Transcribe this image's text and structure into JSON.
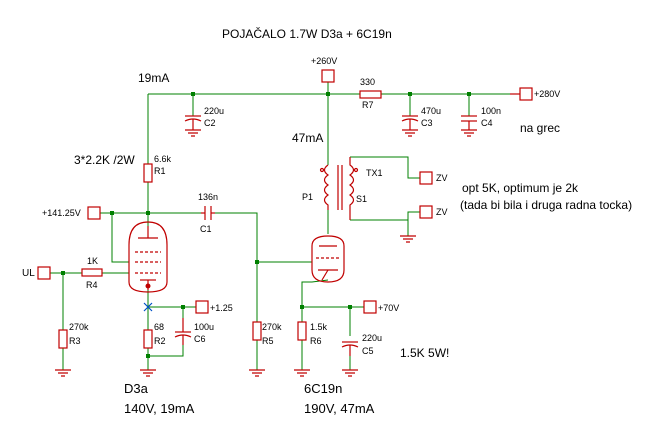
{
  "title": "POJAČALO 1.7W D3a + 6C19n",
  "notes": {
    "current_left": "19mA",
    "current_right": "47mA",
    "r1_note": "3*2.2K /2W",
    "opt_line1": "opt 5K, optimum je 2k",
    "opt_line2": "(tada bi bila i druga radna tocka)",
    "r6_note": "1.5K 5W!",
    "tube1_name": "D3a",
    "tube1_op": "140V, 19mA",
    "tube2_name": "6C19n",
    "tube2_op": "190V, 47mA",
    "na_grec": "na grec"
  },
  "ports": {
    "b260": "+260V",
    "b280": "+280V",
    "b141": "+141.25V",
    "b125": "+1.25",
    "b70": "+70V",
    "ul": "UL",
    "zv1": "ZV",
    "zv2": "ZV"
  },
  "components": {
    "c2": {
      "value": "220u",
      "ref": "C2"
    },
    "c3": {
      "value": "470u",
      "ref": "C3"
    },
    "c4": {
      "value": "100n",
      "ref": "C4"
    },
    "r7": {
      "value": "330",
      "ref": "R7"
    },
    "r1": {
      "value": "6.6k",
      "ref": "R1"
    },
    "c1": {
      "value": "136n",
      "ref": "C1"
    },
    "r4": {
      "value": "1K",
      "ref": "R4"
    },
    "r3": {
      "value": "270k",
      "ref": "R3"
    },
    "r2": {
      "value": "68",
      "ref": "R2"
    },
    "c6": {
      "value": "100u",
      "ref": "C6"
    },
    "r5": {
      "value": "270k",
      "ref": "R5"
    },
    "r6": {
      "value": "1.5k",
      "ref": "R6"
    },
    "c5": {
      "value": "220u",
      "ref": "C5"
    },
    "tx1": {
      "ref": "TX1",
      "p1": "P1",
      "s1": "S1"
    }
  }
}
